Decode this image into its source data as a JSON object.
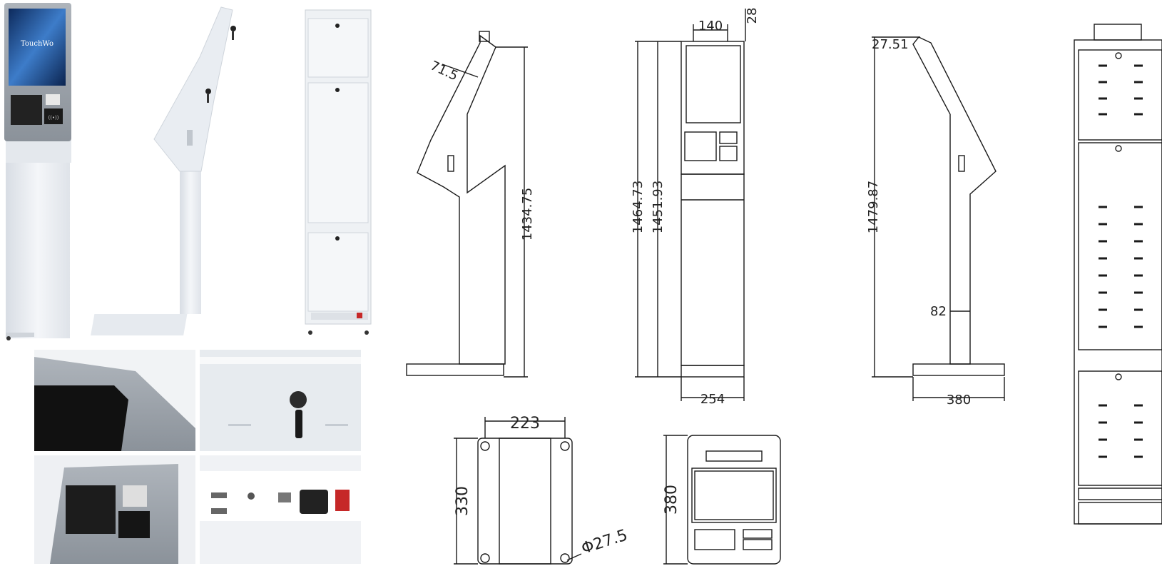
{
  "product_photos": {
    "screen_brand": "TouchWo",
    "nfc_symbol": "((•))"
  },
  "dimensions": {
    "side_left": {
      "angle_thickness": "71.5",
      "height": "1434.75"
    },
    "front": {
      "top_width": "140",
      "top_depth": "28",
      "height_total": "1464.73",
      "height_body": "1451.93",
      "base_width": "254"
    },
    "side_right": {
      "top_offset": "27.51",
      "height": "1479.87",
      "post_width": "82",
      "base_depth": "380"
    },
    "bottom": {
      "width": "223",
      "depth": "330",
      "hole_diameter": "Φ27.5"
    },
    "top": {
      "depth": "380"
    }
  },
  "colors": {
    "line": "#1a1a1a",
    "body": "#e9edf2",
    "screen": "#1c3f7a"
  }
}
